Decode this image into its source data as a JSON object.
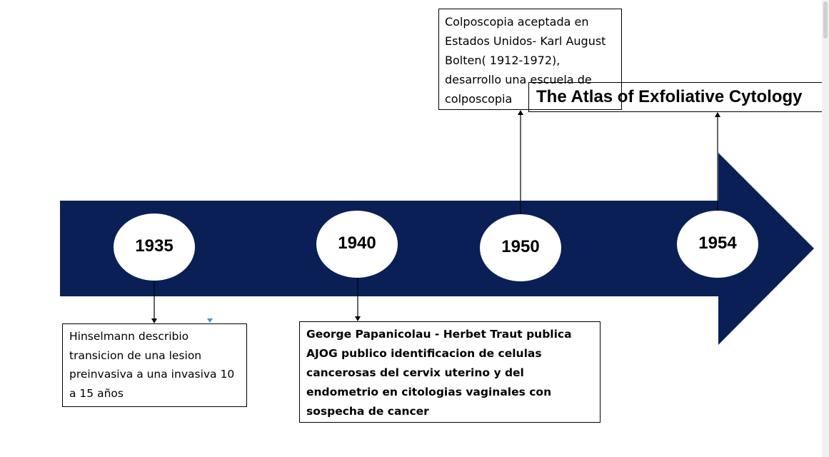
{
  "colors": {
    "arrow": "#0b1f57",
    "circle": "#ffffff",
    "connector": "#000000"
  },
  "timeline": {
    "events": [
      {
        "year": "1935",
        "note": "Hinselmann describio transicion de una lesion preinvasiva a una invasiva 10 a 15 años"
      },
      {
        "year": "1940",
        "note": "George Papanicolau - Herbet Traut publica AJOG publico identificacion de celulas cancerosas del cervix uterino y del endometrio en citologias vaginales con sospecha de cancer"
      },
      {
        "year": "1950",
        "note": "Colposcopia aceptada en Estados Unidos- Karl August Bolten( 1912-1972), desarrollo una escuela de colposcopia"
      },
      {
        "year": "1954",
        "note": "The Atlas of Exfoliative Cytology"
      }
    ]
  }
}
